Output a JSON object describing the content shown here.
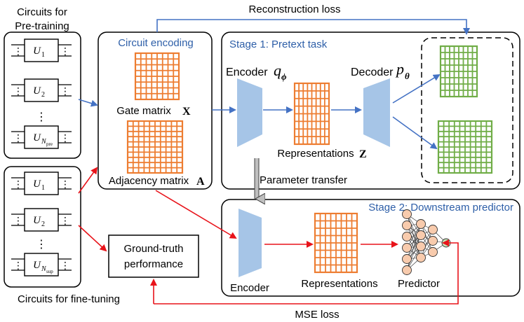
{
  "labels": {
    "circuits_pretraining_1": "Circuits for",
    "circuits_pretraining_2": "Pre-training",
    "reconstruction_loss": "Reconstruction loss",
    "circuit_encoding": "Circuit encoding",
    "gate_matrix": "Gate matrix",
    "gate_symbol": "X",
    "adjacency_matrix": "Adjacency matrix",
    "adjacency_symbol": "A",
    "stage1": "Stage 1: Pretext task",
    "encoder_q": "Encoder",
    "q_symbol": "q",
    "q_sub": "ϕ",
    "decoder_p": "Decoder",
    "p_symbol": "p",
    "p_sub": "θ",
    "representations_z": "Representations",
    "z_symbol": "Z",
    "parameter_transfer": "Parameter transfer",
    "stage2": "Stage 2: Downstream predictor",
    "encoder": "Encoder",
    "representations": "Representations",
    "predictor": "Predictor",
    "ground_truth_1": "Ground-truth",
    "ground_truth_2": "performance",
    "circuits_finetuning": "Circuits for fine-tuning",
    "mse_loss": "MSE loss",
    "u_letter": "U",
    "u1_sub": "1",
    "u2_sub": "2",
    "npre_sub": "N",
    "npre_subsub": "pre",
    "nsup_sub": "N",
    "nsup_subsub": "sup",
    "vdots": "⋮"
  },
  "colors": {
    "blue_arrow": "#4472c4",
    "red_arrow": "#e8131a",
    "grid_orange": "#ed7d31",
    "grid_green": "#70ad47",
    "trapezoid": "#a6c5e7",
    "title_blue": "#2e5fa8",
    "node_fill": "#f8cbad",
    "output_node": "#c6e0b4"
  }
}
